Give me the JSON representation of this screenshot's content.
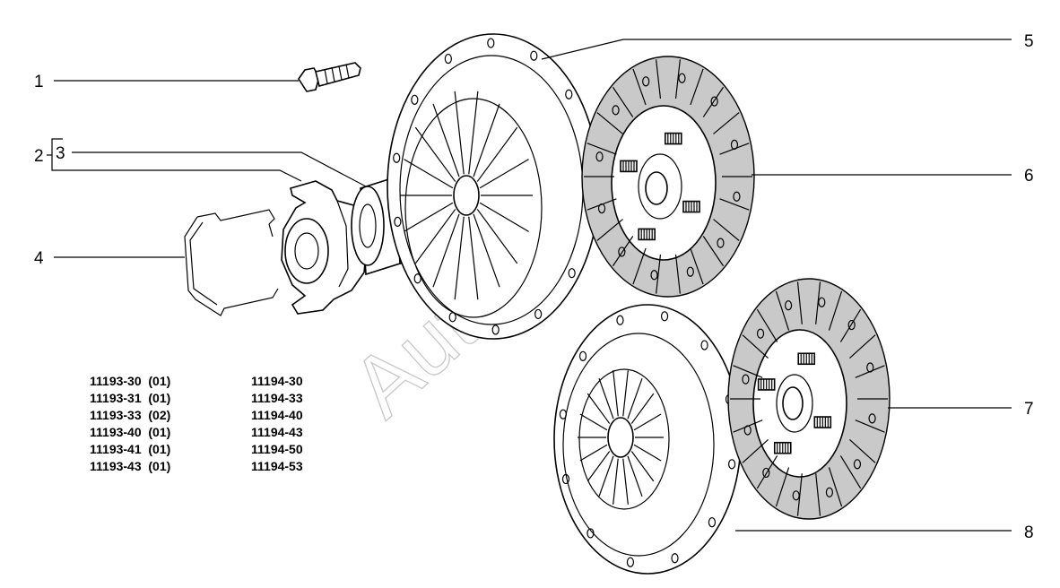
{
  "callouts": [
    {
      "id": "1",
      "label": "1"
    },
    {
      "id": "2",
      "label": "2"
    },
    {
      "id": "3",
      "label": "3"
    },
    {
      "id": "4",
      "label": "4"
    },
    {
      "id": "5",
      "label": "5"
    },
    {
      "id": "6",
      "label": "6"
    },
    {
      "id": "7",
      "label": "7"
    },
    {
      "id": "8",
      "label": "8"
    }
  ],
  "codes_left": [
    "11193-30  (01)",
    "11193-31  (01)",
    "11193-33  (02)",
    "11193-40  (01)",
    "11193-41  (01)",
    "11193-43  (01)"
  ],
  "codes_right": [
    "11194-30",
    "11194-33",
    "11194-40",
    "11194-43",
    "11194-50",
    "11194-53"
  ],
  "watermark": "AutoSoft",
  "colors": {
    "line": "#000000",
    "lining": "#c9c9c9",
    "watermark": "#9a9a9a"
  }
}
